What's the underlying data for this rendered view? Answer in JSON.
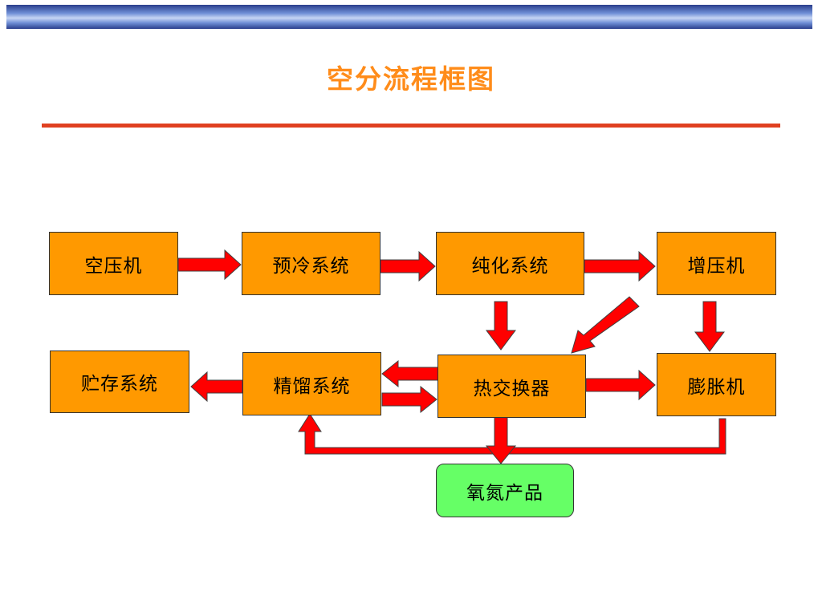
{
  "title": "空分流程框图",
  "nodes": {
    "air_compressor": "空压机",
    "precooling": "预冷系统",
    "purification": "纯化系统",
    "booster": "增压机",
    "storage": "贮存系统",
    "rectification": "精馏系统",
    "heat_exchanger": "热交换器",
    "expander": "膨胀机",
    "products": "氧氮产品"
  },
  "colors": {
    "box": "#ff9900",
    "product_box": "#66ff66",
    "arrow": "#ff0000",
    "title": "#ff8c1a",
    "rule": "#e04020"
  }
}
